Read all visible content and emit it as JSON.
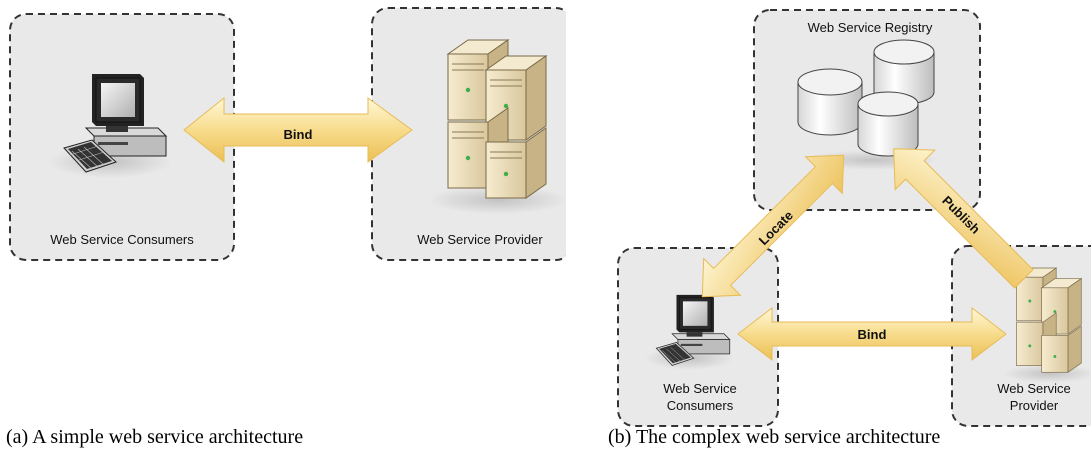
{
  "figure_a": {
    "consumer_label": "Web Service Consumers",
    "provider_label": "Web Service Provider",
    "bind_label": "Bind",
    "caption": "(a) A simple web service architecture"
  },
  "figure_b": {
    "registry_label": "Web Service Registry",
    "consumer_label_line1": "Web Service",
    "consumer_label_line2": "Consumers",
    "provider_label_line1": "Web Service",
    "provider_label_line2": "Provider",
    "bind_label": "Bind",
    "locate_label": "Locate",
    "publish_label": "Publish",
    "caption": "(b) The complex web service architecture"
  },
  "colors": {
    "panel_fill": "#e8e8e8",
    "panel_border": "#333333",
    "arrow_light": "#fdf3c4",
    "arrow_dark": "#f0c45c",
    "server_light": "#efe3c4",
    "server_dark": "#c2ad82"
  },
  "icons": [
    "computer-icon",
    "server-rack-icon",
    "database-cylinders-icon"
  ]
}
